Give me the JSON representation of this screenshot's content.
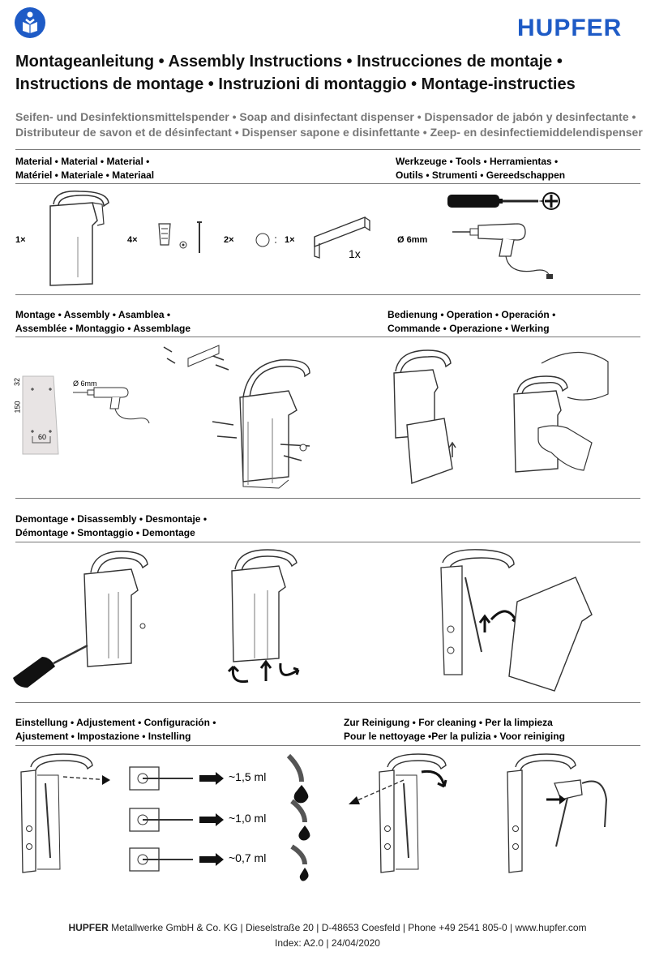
{
  "brand": {
    "logo_text": "HUPFER",
    "color": "#1e5bc6",
    "mandatory_icon": "read-manual-icon"
  },
  "header": {
    "title_line1": "Montageanleitung • Assembly Instructions • Instrucciones de montaje •",
    "title_line2": "Instructions de montage • Instruzioni di montaggio • Montage-instructies",
    "subtitle_line1": "Seifen- und Desinfektionsmittelspender • Soap and disinfectant dispenser • Dispensador de jabón y desinfectante •",
    "subtitle_line2": "Distributeur de savon et de désinfectant • Dispenser sapone e disinfettante • Zeep- en desinfectiemiddelendispenser"
  },
  "sections": {
    "material": {
      "line1": "Material • Material • Material •",
      "line2": "Matériel • Materiale • Materiaal"
    },
    "tools": {
      "line1": "Werkzeuge • Tools • Herramientas •",
      "line2": "Outils • Strumenti • Gereedschappen"
    },
    "assembly": {
      "line1": "Montage • Assembly • Asamblea •",
      "line2": "Assemblée • Montaggio • Assemblage"
    },
    "operation": {
      "line1": "Bedienung • Operation • Operación •",
      "line2": "Commande • Operazione • Werking"
    },
    "disassembly": {
      "line1": "Demontage • Disassembly • Desmontaje •",
      "line2": "Démontage • Smontaggio • Demontage"
    },
    "adjustment": {
      "line1": "Einstellung • Adjustement • Configuración •",
      "line2": "Ajustement • Impostazione • Instelling"
    },
    "cleaning": {
      "line1": "Zur Reinigung • For cleaning • Per la limpieza",
      "line2": "Pour le nettoyage •Per la pulizia • Voor reiniging"
    }
  },
  "materials": {
    "dispenser_qty": "1×",
    "dowel_qty": "4×",
    "screw_qty": "2×",
    "cap_qty": "1×",
    "bracket_label": "1x",
    "drill_size": "Ø 6mm"
  },
  "drilling": {
    "dim_top": "32",
    "dim_height": "150",
    "dim_width": "60",
    "drill_label": "Ø 6mm"
  },
  "dosage": {
    "amounts": [
      "~1,5 ml",
      "~1,0 ml",
      "~0,7 ml"
    ]
  },
  "footer": {
    "company_bold": "HUPFER",
    "company_rest": " Metallwerke GmbH & Co. KG | Dieselstraße 20 | D-48653 Coesfeld | Phone +49 2541 805-0 | www.hupfer.com",
    "index": "Index: A2.0 | 24/04/2020"
  }
}
